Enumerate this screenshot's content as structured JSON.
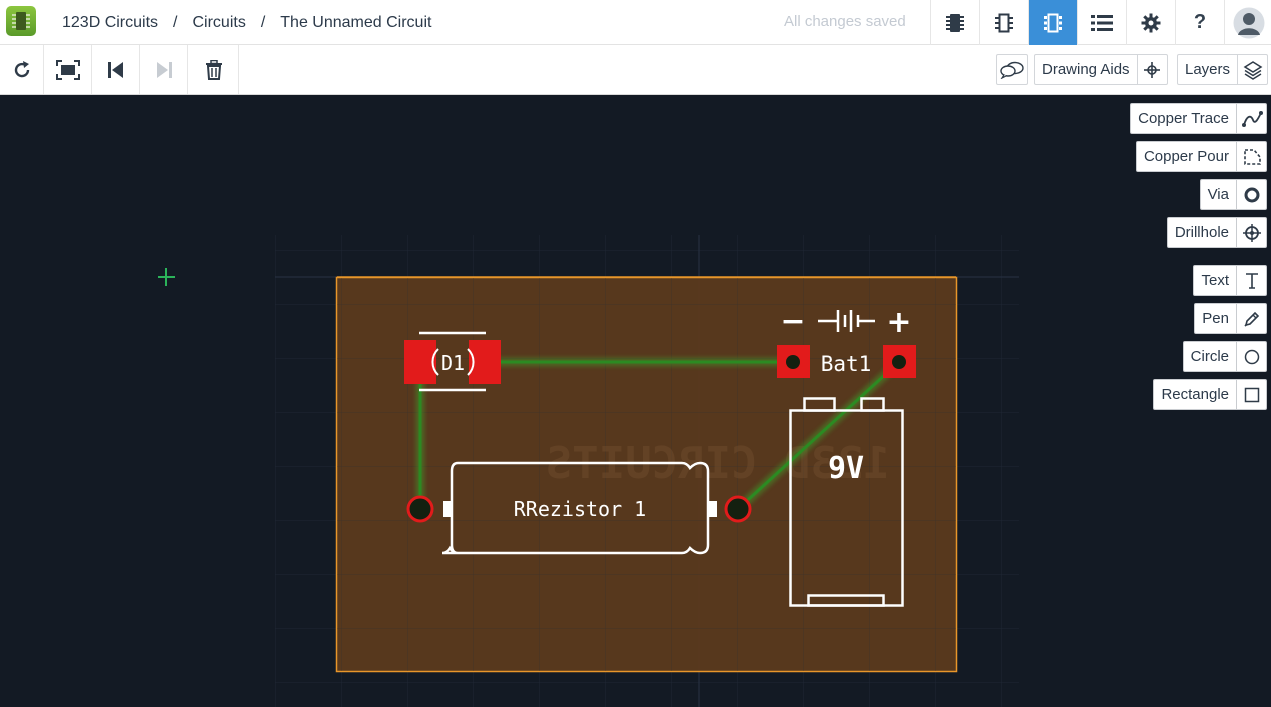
{
  "app": {
    "logo_icon": "app-chip-logo"
  },
  "breadcrumb": {
    "items": [
      "123D Circuits",
      "Circuits",
      "The Unnamed Circuit"
    ],
    "separator": "/"
  },
  "status": {
    "save_text": "All changes saved"
  },
  "top_icons": [
    {
      "name": "breadboard-view-icon",
      "active": false
    },
    {
      "name": "schematic-view-icon",
      "active": false
    },
    {
      "name": "pcb-view-icon",
      "active": true
    },
    {
      "name": "components-list-icon",
      "active": false
    },
    {
      "name": "settings-gear-icon",
      "active": false
    },
    {
      "name": "help-icon",
      "label": "?",
      "active": false
    },
    {
      "name": "user-avatar",
      "active": false
    }
  ],
  "toolbar": {
    "left_tools": [
      "rotate-icon",
      "fit-to-screen-icon",
      "step-back-icon",
      "step-forward-icon",
      "delete-icon"
    ],
    "comment_icon": "speech-bubbles-icon",
    "drawing_aids_label": "Drawing Aids",
    "drawing_aids_icon": "crosshair-icon",
    "layers_label": "Layers",
    "layers_icon": "layers-stack-icon"
  },
  "side_tools": {
    "copper_trace": "Copper Trace",
    "copper_pour": "Copper Pour",
    "via": "Via",
    "drillhole": "Drillhole",
    "text": "Text",
    "pen": "Pen",
    "circle": "Circle",
    "rectangle": "Rectangle"
  },
  "board": {
    "board_color": "#5b3a1d",
    "outline_color": "#e8962a",
    "trace_color": "#2c8a22",
    "pad_color": "#e21b1b",
    "mirrored_watermark": "123D CIRCUITS",
    "components": {
      "diode_label": "D1",
      "battery_label": "Bat1",
      "battery_minus": "−",
      "battery_plus": "+",
      "battery_voltage": "9V",
      "resistor_label": "RRezistor 1"
    }
  }
}
